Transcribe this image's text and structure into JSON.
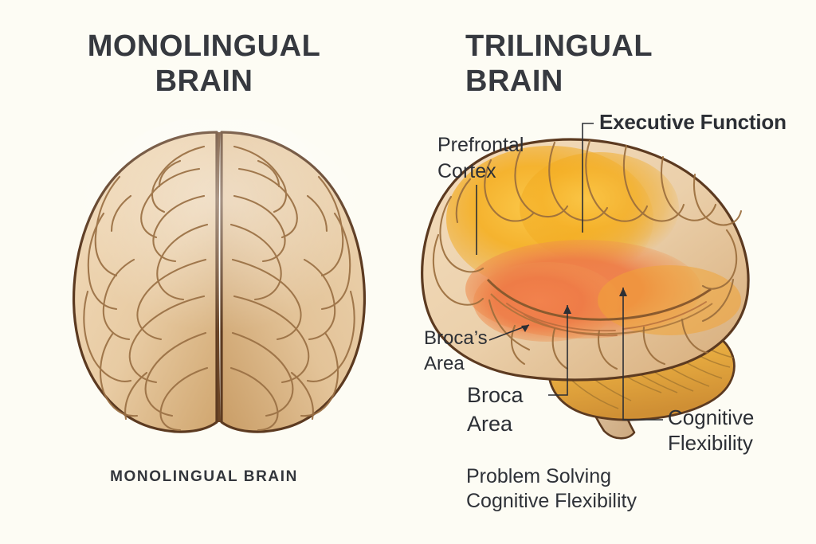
{
  "background_color": "#fdfcf4",
  "text_color": "#2c2f35",
  "panels": {
    "left": {
      "title": "MONOLINGUAL\nBRAIN",
      "caption": "MONOLINGUAL BRAIN",
      "illustration_name": "monolingual-brain-top-view",
      "colors": {
        "cortex_light": "#f0d7b4",
        "cortex_mid": "#e3c096",
        "cortex_dark": "#cfa471",
        "outline": "#5c3a20",
        "sulci": "#8a6036"
      }
    },
    "right": {
      "title": "TRILINGUAL\nBRAIN",
      "caption": "Problem Solving\nCognitive Flexibility",
      "illustration_name": "trilingual-brain-lateral-view",
      "colors": {
        "cortex_light": "#f2d9b6",
        "cortex_mid": "#e5c294",
        "highlight_yellow": "#f5b428",
        "highlight_gold": "#f0a81e",
        "highlight_orange": "#ef8350",
        "highlight_red_orange": "#ea7043",
        "cerebellum": "#e8ae49",
        "brainstem": "#ddbf9b",
        "outline": "#5c3a20",
        "sulci": "#8a6036"
      },
      "annotations": [
        {
          "id": "prefrontal-cortex",
          "label": "Prefrontal\nCortex",
          "bold": false,
          "leader": "vertical-line"
        },
        {
          "id": "executive-function",
          "label": "Executive Function",
          "bold": true,
          "leader": "elbow-line"
        },
        {
          "id": "brocas-area",
          "label": "Broca’s\nArea",
          "bold": false,
          "leader": "arrow"
        },
        {
          "id": "broca-area",
          "label": "Broca\nArea",
          "bold": false,
          "leader": "elbow-line-arrow"
        },
        {
          "id": "cognitive-flexibility",
          "label": "Cognitive\nFlexibility",
          "bold": false,
          "leader": "elbow-line-arrow"
        }
      ]
    }
  }
}
